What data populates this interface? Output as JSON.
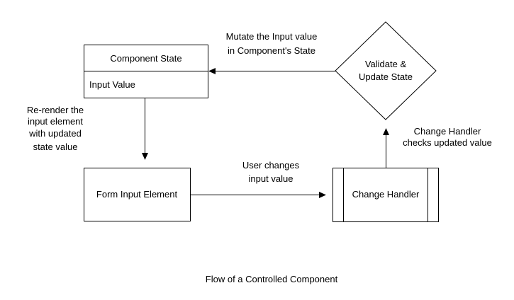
{
  "nodes": {
    "component_state": {
      "title": "Component State",
      "field": "Input Value"
    },
    "validate_update": {
      "line1": "Validate &",
      "line2": "Update State"
    },
    "form_input": {
      "label": "Form Input Element"
    },
    "change_handler": {
      "label": "Change Handler"
    }
  },
  "edges": {
    "mutate": {
      "line1": "Mutate the Input value",
      "line2": "in Component's State"
    },
    "rerender": {
      "line1": "Re-render the",
      "line2": "input element",
      "line3": "with updated",
      "line4": "state value"
    },
    "user_changes": {
      "line1": "User changes",
      "line2": "input value"
    },
    "handler_checks": {
      "line1": "Change Handler",
      "line2": "checks updated value"
    }
  },
  "caption": "Flow of a Controlled Component",
  "colors": {
    "stroke": "#000000",
    "fill": "#ffffff",
    "text": "#000000"
  }
}
